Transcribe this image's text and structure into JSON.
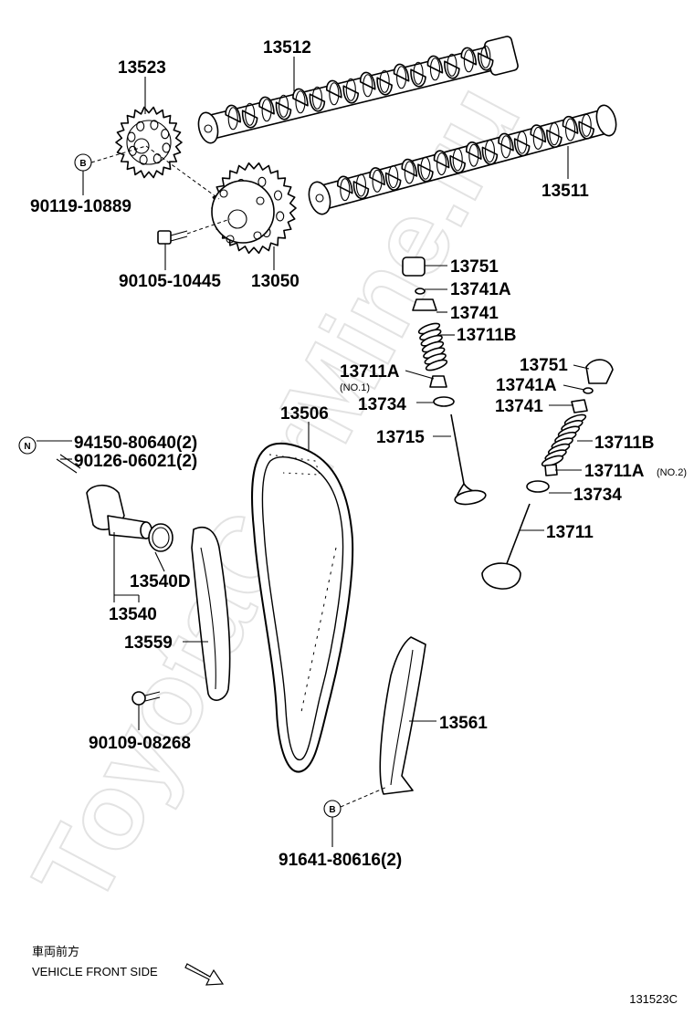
{
  "watermark": "ToyotaCarMine.ru",
  "diagram_id": "131523C",
  "front_note": {
    "jp": "車両前方",
    "en": "VEHICLE FRONT SIDE"
  },
  "callouts": {
    "b": "B",
    "n": "N"
  },
  "labels": {
    "p13512": "13512",
    "p13523": "13523",
    "p13511": "13511",
    "p90119": "90119-10889",
    "p90105": "90105-10445",
    "p13050": "13050",
    "p13751_a": "13751",
    "p13741A_a": "13741A",
    "p13741_a": "13741",
    "p13711B_a": "13711B",
    "p13711A_a": "13711A",
    "p13711A_a_note": "(NO.1)",
    "p13734_a": "13734",
    "p13715": "13715",
    "p13751_b": "13751",
    "p13741A_b": "13741A",
    "p13741_b": "13741",
    "p13711B_b": "13711B",
    "p13711A_b": "13711A",
    "p13711A_b_note": "(NO.2)",
    "p13734_b": "13734",
    "p13711": "13711",
    "p13506": "13506",
    "p94150": "94150-80640(2)",
    "p90126": "90126-06021(2)",
    "p13540D": "13540D",
    "p13540": "13540",
    "p13559": "13559",
    "p90109": "90109-08268",
    "p13561": "13561",
    "p91641": "91641-80616(2)"
  }
}
